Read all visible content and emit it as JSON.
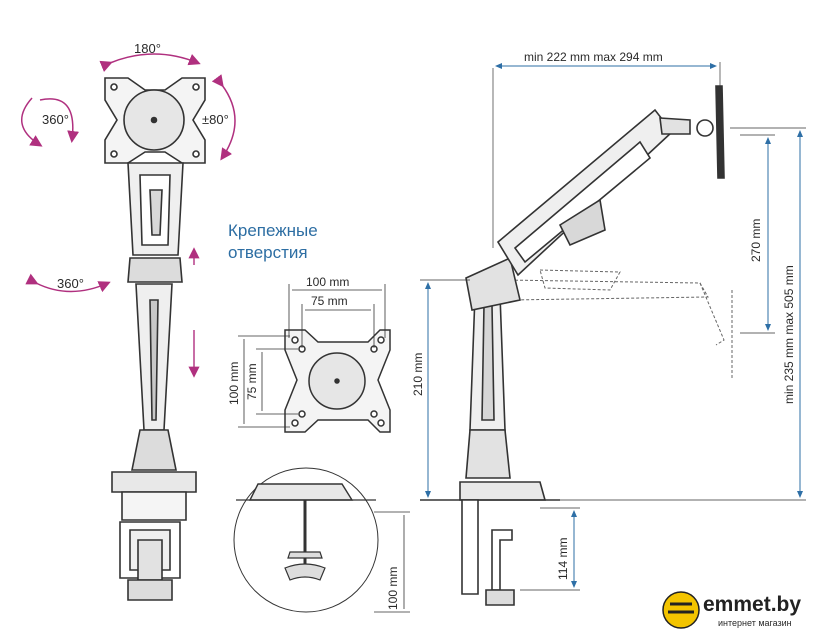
{
  "rotation": {
    "top": "180°",
    "left": "360°",
    "right": "±80°",
    "arm": "360°"
  },
  "mount_holes": {
    "title_line1": "Крепежные",
    "title_line2": "отверстия",
    "width_outer": "100 mm",
    "width_inner": "75 mm",
    "height_outer": "100 mm",
    "height_inner": "75 mm"
  },
  "clamp_detail": {
    "thickness": "100 mm"
  },
  "side_view": {
    "reach": "min 222 mm max 294 mm",
    "vertical_travel": "270 mm",
    "height_range": "min 235 mm max 505 mm",
    "pole_height": "210 mm",
    "clamp_height": "114 mm"
  },
  "brand": {
    "name": "emmet.by",
    "tagline": "интернет магазин"
  },
  "colors": {
    "arrow": "#b0307f",
    "title": "#2d6ea3",
    "dim": "#2e6fa6",
    "line": "#333333"
  }
}
